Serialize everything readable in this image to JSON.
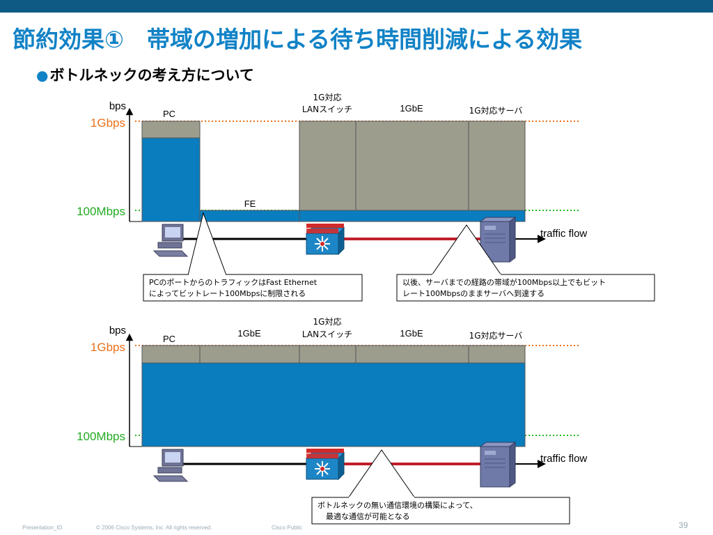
{
  "header": {
    "title": "節約効果①　帯域の増加による待ち時間削減による効果",
    "bullet": "ボトルネックの考え方について"
  },
  "colors": {
    "title": "#1182c6",
    "topbar": "#0f5a85",
    "gray_block": "#9c9d8d",
    "blue_block": "#0a7dbe",
    "orange_dotted": "#e8701a",
    "green_dotted": "#22bb22",
    "red_link": "#c0202a"
  },
  "panel1": {
    "y_axis_label": "bps",
    "level_1g": "1Gbps",
    "level_100m": "100Mbps",
    "labels": {
      "pc": "PC",
      "fe": "FE",
      "switch_line1": "1G対応",
      "switch_line2": "LANスイッチ",
      "gbe": "1GbE",
      "server": "1G対応サーバ"
    },
    "traffic_flow": "traffic flow",
    "callout_left": [
      "PCのポートからのトラフィックはFast Ethernet",
      "によってビットレート100Mbpsに制限される"
    ],
    "callout_right": [
      "以後、サーバまでの経路の帯域が100Mbps以上でもビット",
      "レート100Mbpsのままサーバへ到達する"
    ]
  },
  "panel2": {
    "y_axis_label": "bps",
    "level_1g": "1Gbps",
    "level_100m": "100Mbps",
    "labels": {
      "pc": "PC",
      "gbe_left": "1GbE",
      "switch_line1": "1G対応",
      "switch_line2": "LANスイッチ",
      "gbe_right": "1GbE",
      "server": "1G対応サーバ"
    },
    "traffic_flow": "traffic flow",
    "callout": [
      "ボトルネックの無い通信環境の構築によって、",
      "最適な通信が可能となる"
    ]
  },
  "footer": {
    "presentation_id": "Presentation_ID",
    "copyright": "© 2006 Cisco Systems, Inc. All rights reserved.",
    "classification": "Cisco Public",
    "page": "39"
  }
}
